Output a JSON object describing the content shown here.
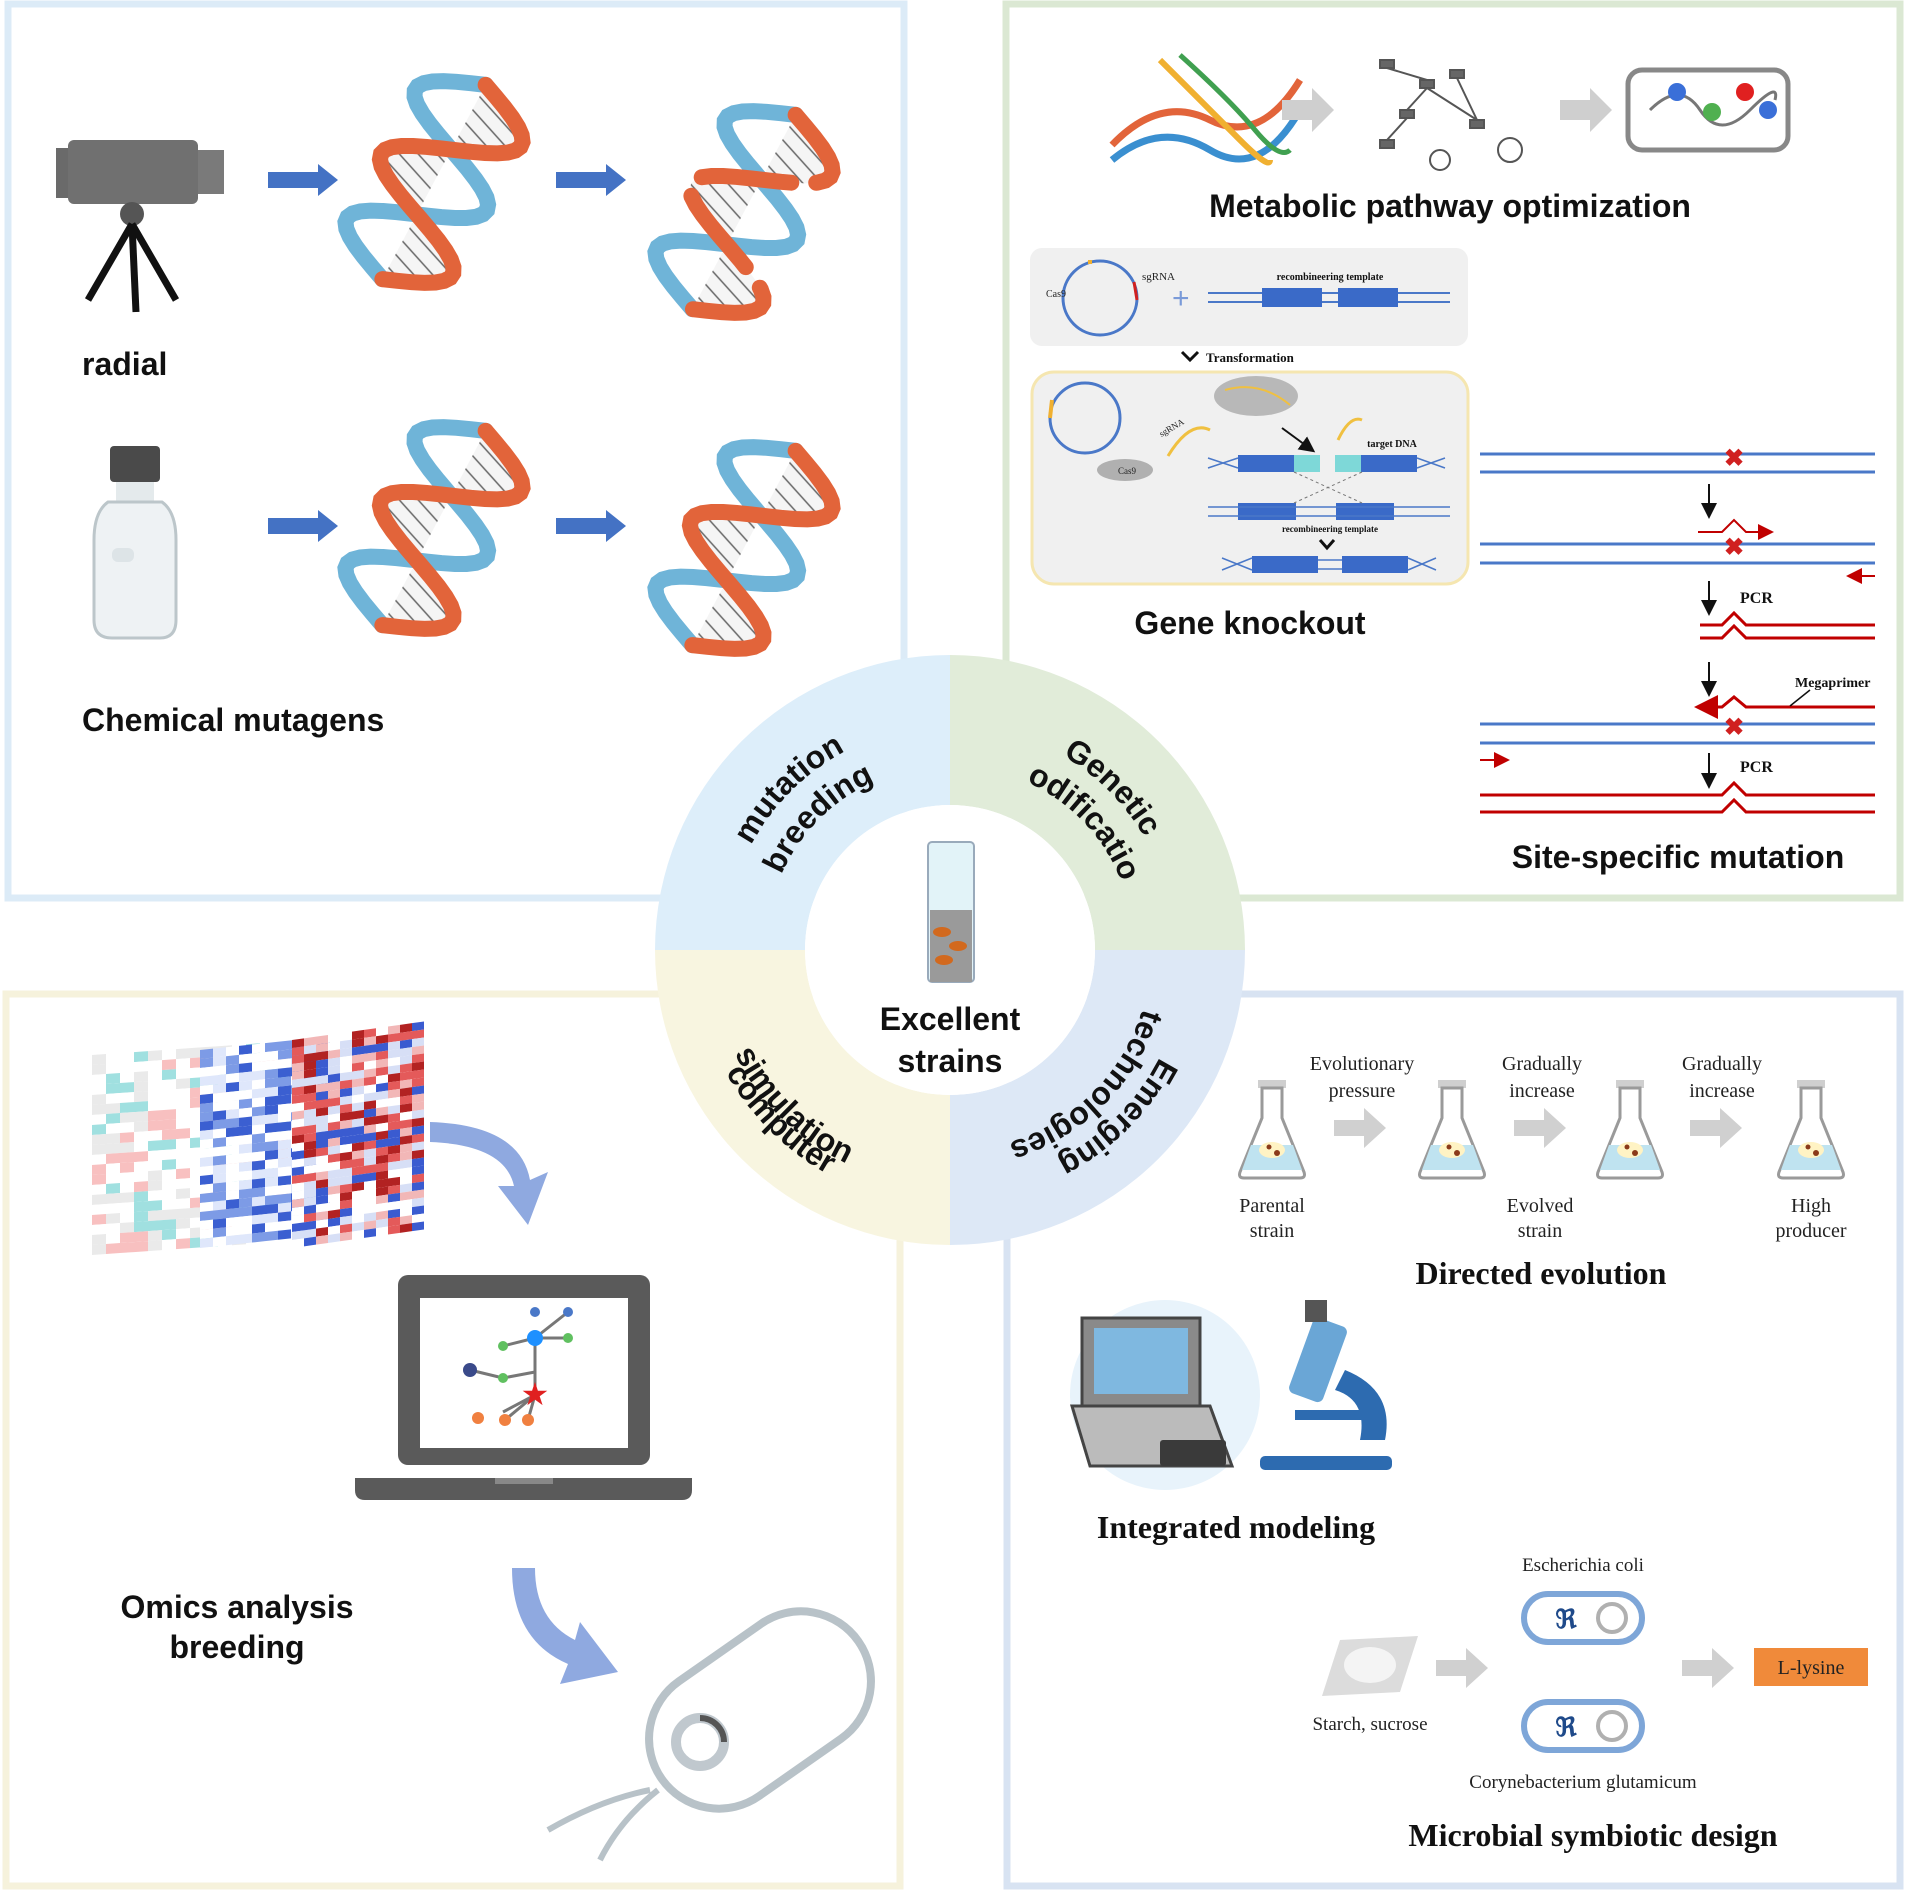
{
  "center": {
    "line1": "Excellent",
    "line2": "strains",
    "quadrants": {
      "mutation_breeding": [
        "mutation",
        "breeding"
      ],
      "genetic_modification": [
        "Genetic",
        "modification"
      ],
      "computer_simulation": [
        "computer",
        "simulation"
      ],
      "emerging_technologies": [
        "Emerging",
        "technologies"
      ]
    }
  },
  "mutation": {
    "radial_label": "radial",
    "chemical_label": "Chemical mutagens"
  },
  "genetic": {
    "metabolic_label": "Metabolic pathway optimization",
    "knockout_label": "Gene knockout",
    "sgrna": "sgRNA",
    "cas9": "Cas9",
    "recomb_template": "recombineering template",
    "transformation": "Transformation",
    "target_dna": "target DNA",
    "site_label": "Site-specific mutation",
    "pcr": "PCR",
    "megaprimer": "Megaprimer"
  },
  "computer": {
    "omics_line1": "Omics analysis",
    "omics_line2": "breeding"
  },
  "emerging": {
    "evo_pressure": [
      "Evolutionary",
      "pressure"
    ],
    "grad1": [
      "Gradually",
      "increase"
    ],
    "grad2": [
      "Gradually",
      "increase"
    ],
    "parental": [
      "Parental",
      "strain"
    ],
    "evolved": [
      "Evolved",
      "strain"
    ],
    "high": [
      "High",
      "producer"
    ],
    "directed_label": "Directed evolution",
    "integrated_label": "Integrated modeling",
    "ecoli": "Escherichia coli",
    "starch": "Starch, sucrose",
    "lysine": "L-lysine",
    "coryne": "Corynebacterium glutamicum",
    "symbiotic_label": "Microbial symbiotic design"
  },
  "colors": {
    "panel_blue_border": "#dcebf7",
    "panel_green_border": "#dbe8d3",
    "panel_yellow_border": "#f6f2dc",
    "panel_blue2_border": "#d8e3f2",
    "ring_blue": "#ddeefa",
    "ring_green": "#e1ecd9",
    "ring_yellow": "#f8f5e0",
    "ring_blue2": "#dde8f6",
    "arrow_blue": "#4472c4",
    "dna_orange": "#e2643a",
    "dna_blue": "#6fb4d8",
    "lysine_orange": "#f08a3a"
  }
}
